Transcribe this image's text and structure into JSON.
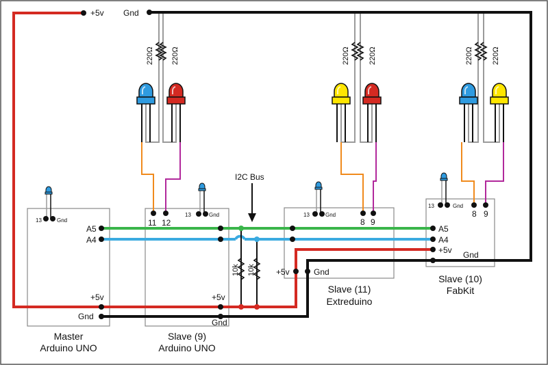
{
  "colors": {
    "power": "#d42a22",
    "ground": "#111111",
    "sda": "#3ab54a",
    "scl": "#3aaae0",
    "orange_wire": "#f08a1c",
    "purple_wire": "#b1279b",
    "led_blue": "#2f9be0",
    "led_red": "#d42a22",
    "led_yellow": "#ffe600",
    "board_fill": "#ffffff",
    "board_stroke": "#888888"
  },
  "rails": {
    "power_label": "+5v",
    "ground_label": "Gnd"
  },
  "bus": {
    "label": "I2C Bus",
    "a5": "A5",
    "a4": "A4"
  },
  "pullups": [
    "10k",
    "10k"
  ],
  "resistor_label": "220Ω",
  "led_groups": [
    {
      "leds": [
        "blue",
        "red"
      ],
      "resistors": [
        "220Ω",
        "220Ω"
      ]
    },
    {
      "leds": [
        "yellow",
        "red"
      ],
      "resistors": [
        "220Ω",
        "220Ω"
      ]
    },
    {
      "leds": [
        "blue",
        "yellow"
      ],
      "resistors": [
        "220Ω",
        "220Ω"
      ]
    }
  ],
  "boards": [
    {
      "id": "master",
      "caption_line1": "Master",
      "caption_line2": "Arduino UNO",
      "pin13": "13",
      "pin_gnd": "Gnd",
      "plus5v": "+5v",
      "gnd": "Gnd",
      "a5": "A5",
      "a4": "A4"
    },
    {
      "id": "slave9",
      "caption_line1": "Slave (9)",
      "caption_line2": "Arduino UNO",
      "pin13": "13",
      "pin_gnd": "Gnd",
      "pin_a": "11",
      "pin_b": "12",
      "plus5v": "+5v",
      "gnd": "Gnd"
    },
    {
      "id": "slave11",
      "caption_line1": "Slave (11)",
      "caption_line2": "Extreduino",
      "pin13": "13",
      "pin_gnd": "Gnd",
      "pin_a": "8",
      "pin_b": "9",
      "plus5v": "+5v",
      "gnd": "Gnd"
    },
    {
      "id": "slave10",
      "caption_line1": "Slave (10)",
      "caption_line2": "FabKit",
      "pin13": "13",
      "pin_gnd": "Gnd",
      "pin_a": "8",
      "pin_b": "9",
      "a5": "A5",
      "a4": "A4",
      "plus5v": "+5v",
      "gnd": "Gnd"
    }
  ]
}
